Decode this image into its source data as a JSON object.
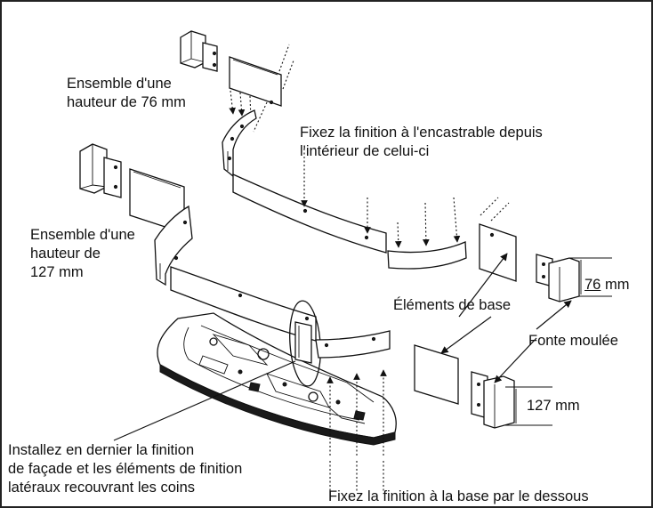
{
  "labels": {
    "set76": "Ensemble d'une\nhauteur de 76 mm",
    "fix_inside": "Fixez la finition à l'encastrable depuis\nl'intérieur de celui-ci",
    "set127": "Ensemble d'une\nhauteur de\n127 mm",
    "dim76_value": "76",
    "dim76_unit": "mm",
    "base_elements": "Éléments de base",
    "cast_iron": "Fonte moulée",
    "dim127": "127 mm",
    "install_last": "Installez en dernier la finition\nde façade et les éléments de finition\nlatéraux recouvrant les coins",
    "fix_base": "Fixez la finition à la base par le dessous"
  }
}
